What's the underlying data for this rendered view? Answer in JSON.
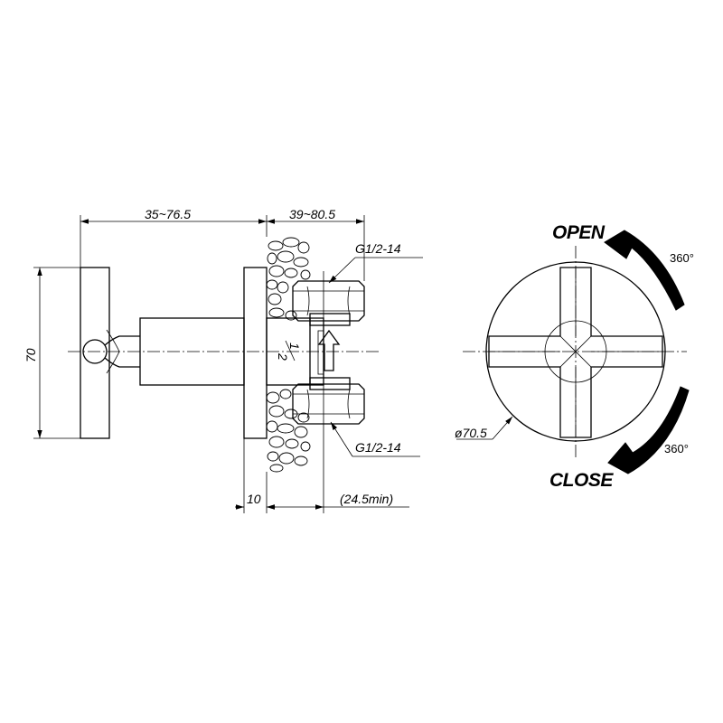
{
  "side_view": {
    "dim_top_left": "35~76.5",
    "dim_top_right": "39~80.5",
    "dim_height": "70",
    "thread_top": "G1/2-14",
    "thread_bottom": "G1/2-14",
    "dim_bottom_left": "10",
    "dim_bottom_right": "(24.5min)",
    "fraction_numerator": "1",
    "fraction_denominator": "2"
  },
  "front_view": {
    "open_label": "OPEN",
    "close_label": "CLOSE",
    "open_angle": "360°",
    "close_angle": "360°",
    "diameter": "ø70.5"
  }
}
